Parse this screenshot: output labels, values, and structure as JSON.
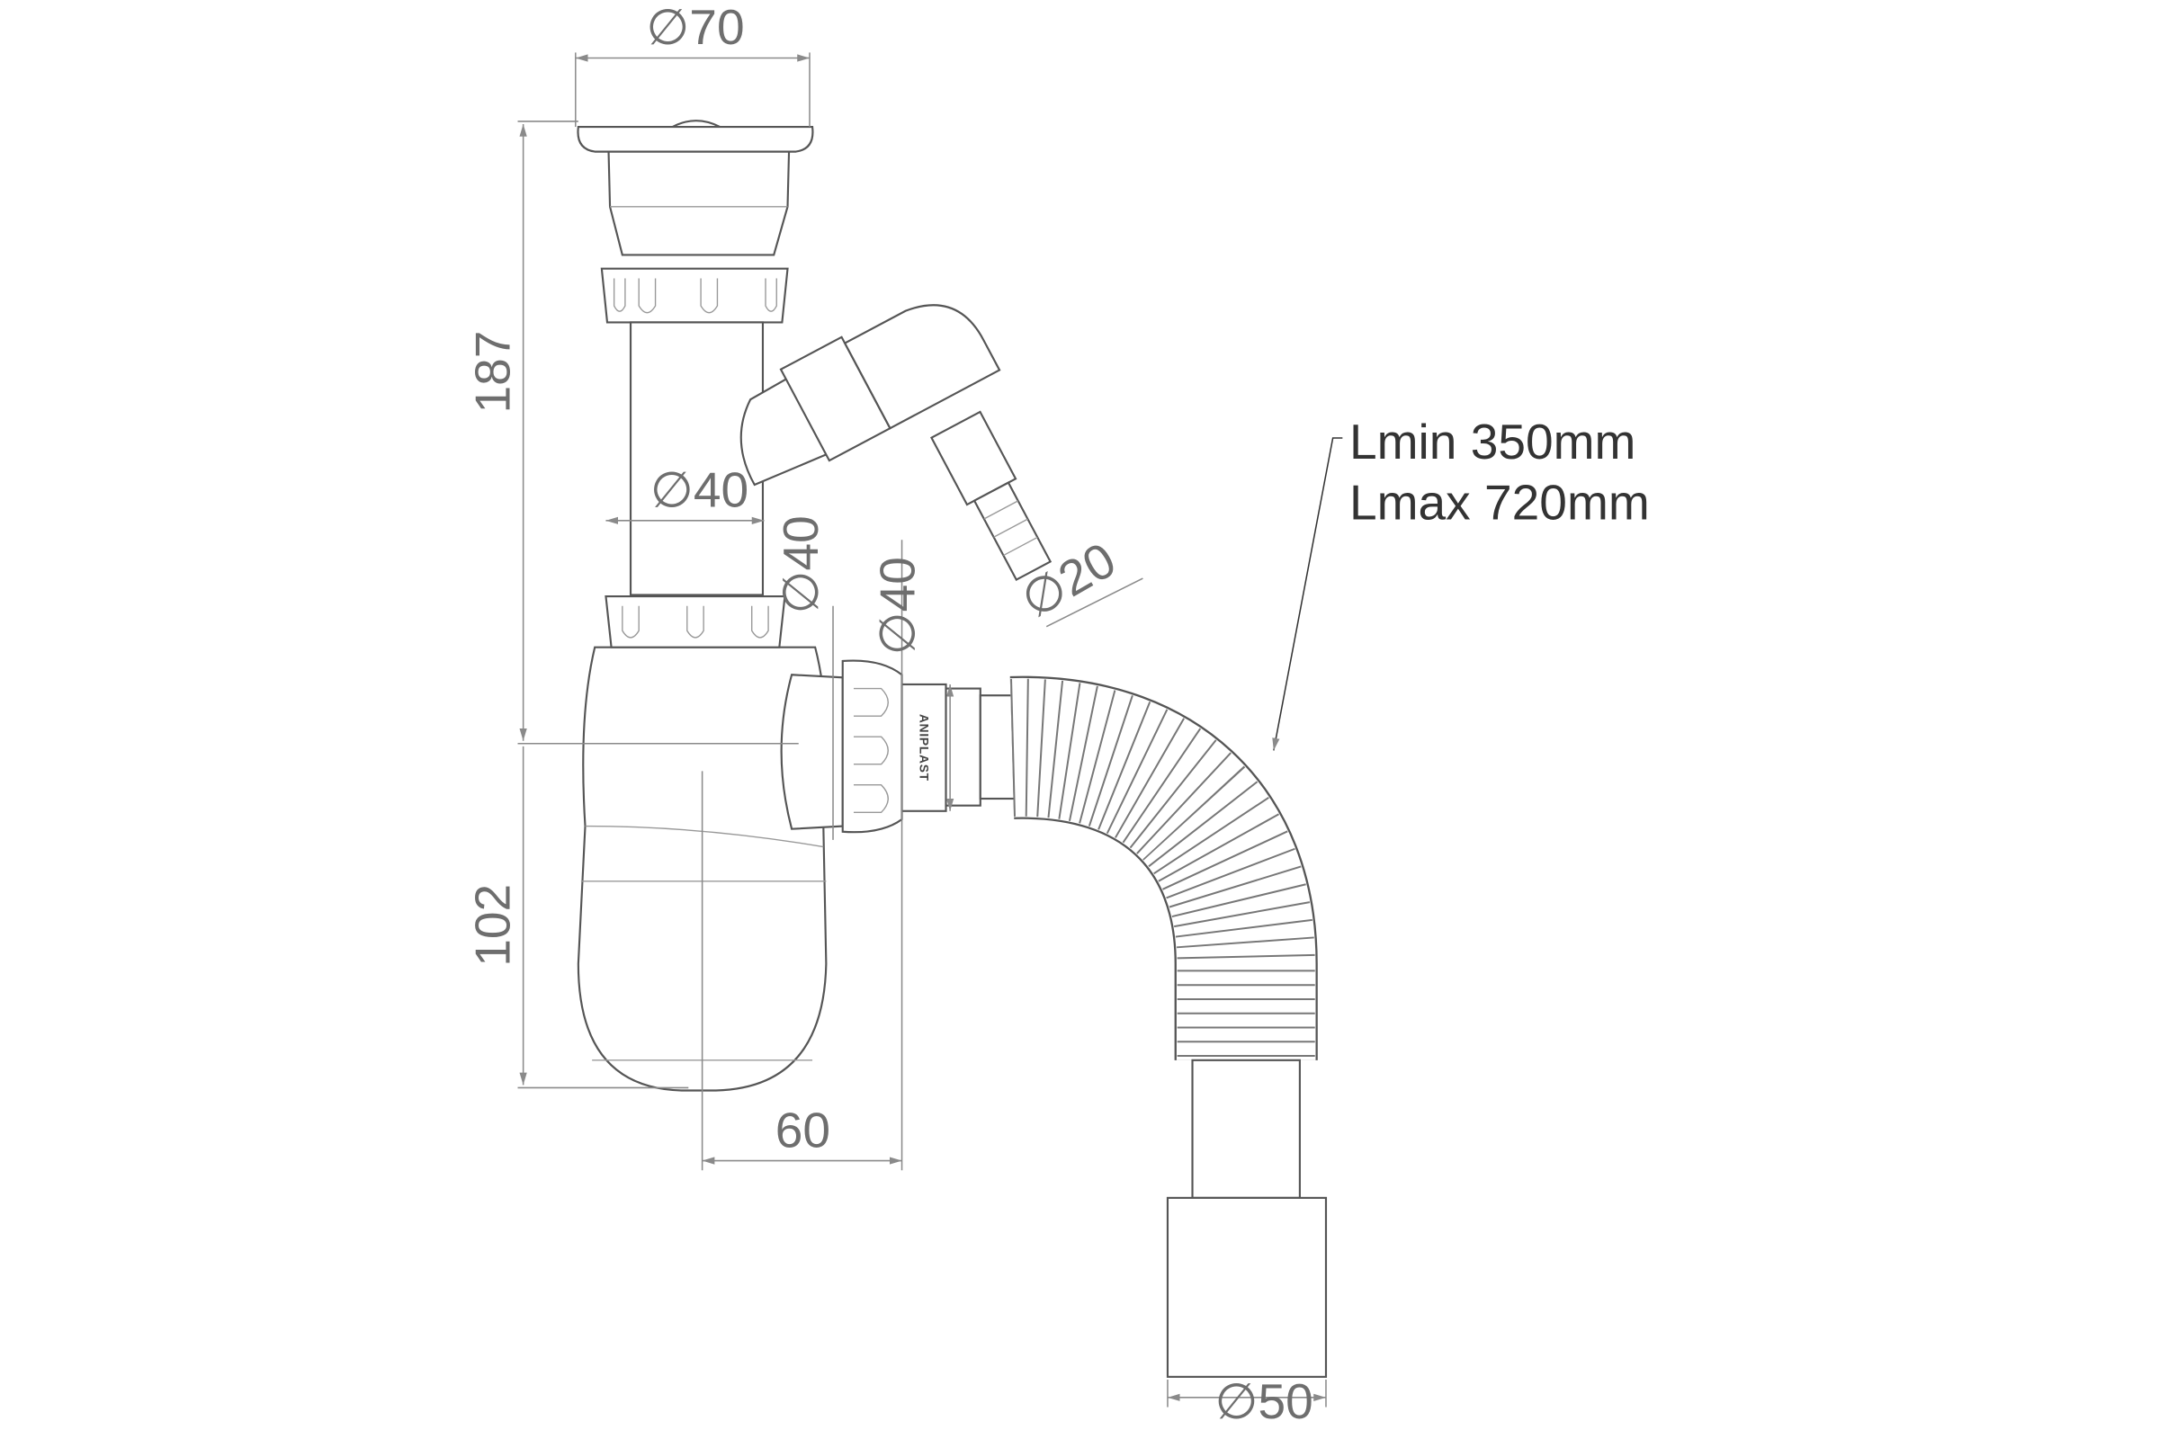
{
  "drawing": {
    "title": "Bottle siphon with flexible outlet hose",
    "brand_mark": "ANIPLAST",
    "dimensions": {
      "strainer_diameter": "∅70",
      "total_height": "187",
      "pipe_diameter": "∅40",
      "inlet_diameter": "∅40",
      "outlet_diameter": "∅40",
      "side_branch_diameter": "∅20",
      "lower_height": "102",
      "outlet_offset": "60",
      "hose_end_diameter": "∅50"
    },
    "hose_length": {
      "min": "Lmin 350mm",
      "max": "Lmax 720mm"
    }
  }
}
